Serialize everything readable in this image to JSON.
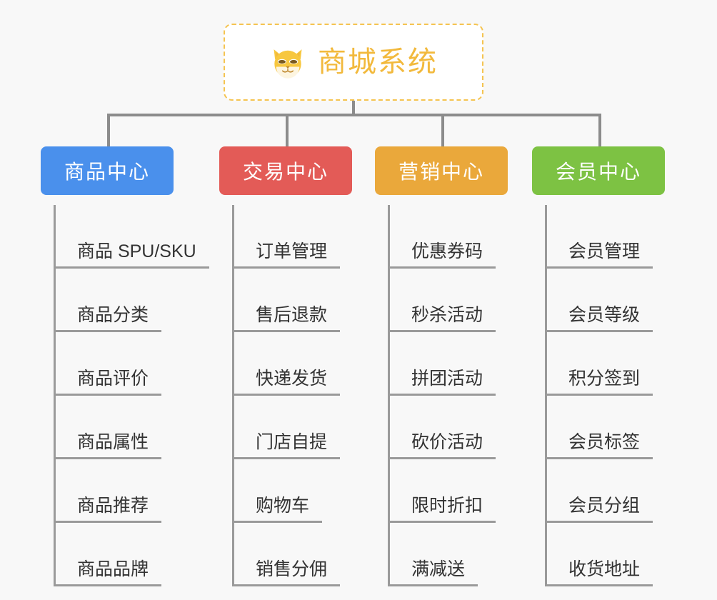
{
  "background_color": "#f8f8f8",
  "root": {
    "title": "商城系统",
    "icon": "shiba-dog-face-icon",
    "border_color": "#f5c451",
    "text_color": "#f2b93c",
    "fill_color": "#ffffff"
  },
  "connector_color": "#8c8c8c",
  "branches": [
    {
      "title": "商品中心",
      "color": "#4a90ec",
      "items": [
        "商品 SPU/SKU",
        "商品分类",
        "商品评价",
        "商品属性",
        "商品推荐",
        "商品品牌"
      ]
    },
    {
      "title": "交易中心",
      "color": "#e35b57",
      "items": [
        "订单管理",
        "售后退款",
        "快递发货",
        "门店自提",
        "购物车",
        "销售分佣"
      ]
    },
    {
      "title": "营销中心",
      "color": "#eaa83b",
      "items": [
        "优惠券码",
        "秒杀活动",
        "拼团活动",
        "砍价活动",
        "限时折扣",
        "满减送"
      ]
    },
    {
      "title": "会员中心",
      "color": "#7dc243",
      "items": [
        "会员管理",
        "会员等级",
        "积分签到",
        "会员标签",
        "会员分组",
        "收货地址"
      ]
    }
  ]
}
